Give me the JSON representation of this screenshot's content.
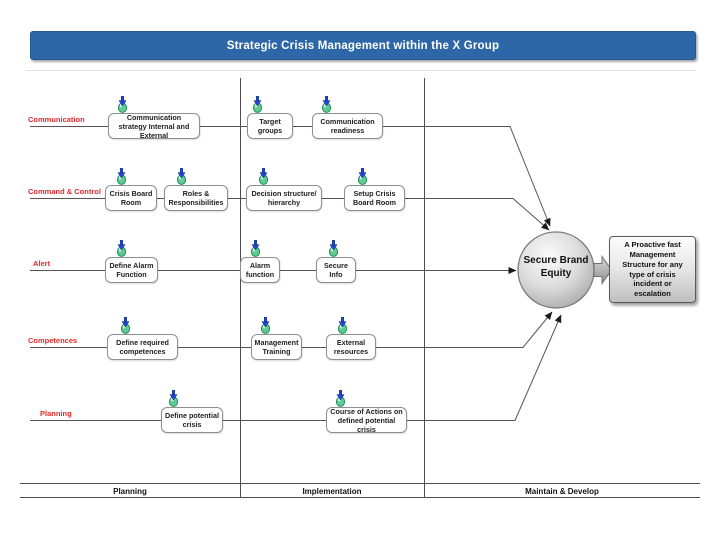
{
  "title": "Strategic Crisis Management within the X Group",
  "rows": [
    {
      "label": "Communication",
      "boxes": [
        {
          "label": "Communication strategy Internal and External"
        },
        {
          "label": "Target groups"
        },
        {
          "label": "Communication readiness"
        }
      ]
    },
    {
      "label": "Command & Control",
      "boxes": [
        {
          "label": "Crisis Board Room"
        },
        {
          "label": "Roles & Responsibilities"
        },
        {
          "label": "Decision structure/ hierarchy"
        },
        {
          "label": "Setup Crisis Board Room"
        }
      ]
    },
    {
      "label": "Alert",
      "boxes": [
        {
          "label": "Define Alarm Function"
        },
        {
          "label": "Alarm function"
        },
        {
          "label": "Secure Info"
        }
      ]
    },
    {
      "label": "Competences",
      "boxes": [
        {
          "label": "Define required competences"
        },
        {
          "label": "Management Training"
        },
        {
          "label": "External resources"
        }
      ]
    },
    {
      "label": "Planning",
      "boxes": [
        {
          "label": "Define potential crisis"
        },
        {
          "label": "Course of Actions on defined potential crisis"
        }
      ]
    }
  ],
  "phases": [
    {
      "label": "Planning"
    },
    {
      "label": "Implementation"
    },
    {
      "label": "Maintain & Develop"
    }
  ],
  "goal_circle": {
    "label": "Secure Brand Equity"
  },
  "outcome_box": {
    "label": "A Proactive fast Management Structure for any type of crisis incident or escalation"
  },
  "icons": {
    "pushpin": "blue arrow dropping into green pin"
  },
  "colors": {
    "banner_blue": "#2d67a7",
    "row_label_red": "#e02a2a",
    "line_gray": "#4d4d4d",
    "sphere_gray": "#c2c2c2",
    "pin_green": "#5fcb92",
    "pin_blue": "#2248d0"
  }
}
